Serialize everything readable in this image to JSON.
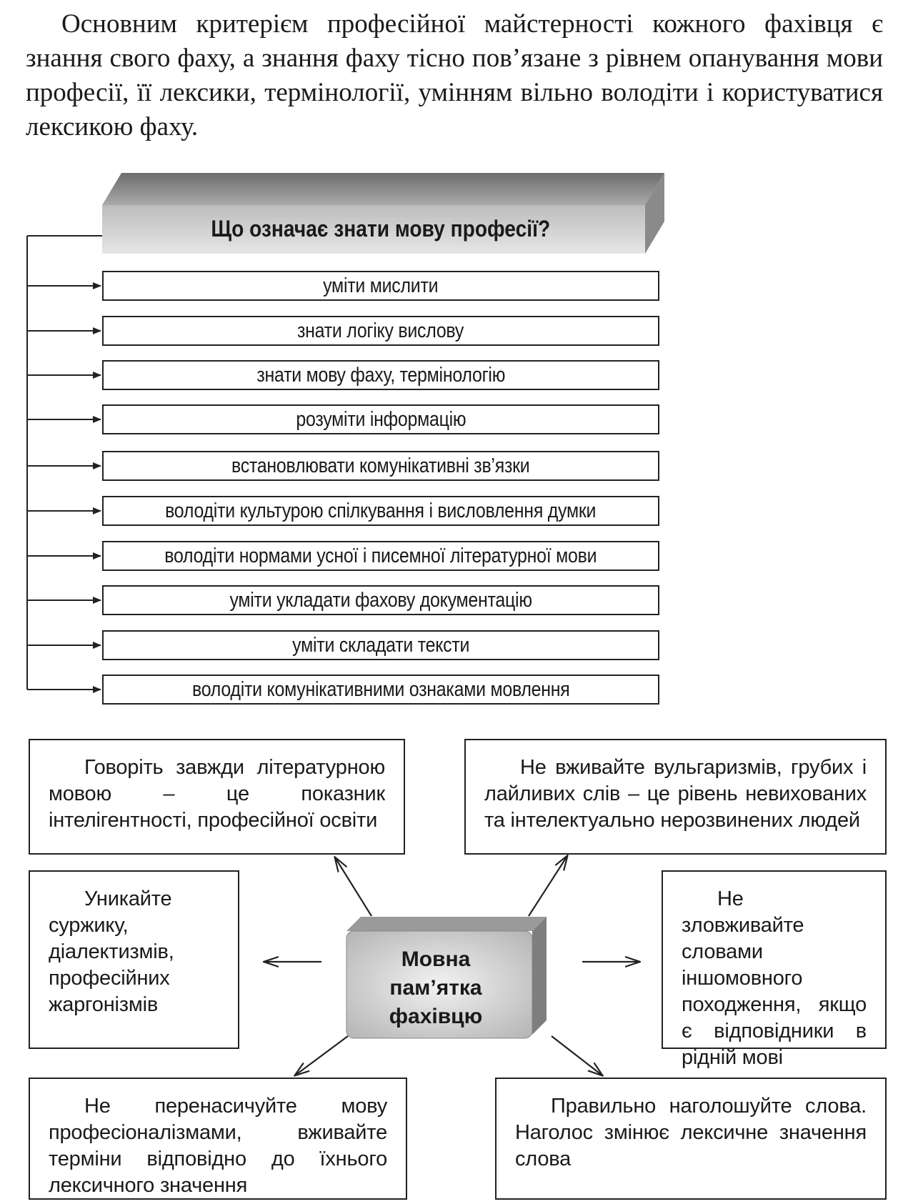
{
  "intro_text": "Основним критерієм професійної майстерності кожного фахівця є знання свого фаху, а знання фаху тісно пов’язане з рівнем опанування мови професії, її лексики, термінології, умінням вільно володіти і користуватися лексикою фаху.",
  "diagram1": {
    "header": "Що означає знати мову професії?",
    "items": [
      "уміти мислити",
      "знати логіку вислову",
      "знати мову фаху, термінологію",
      "розуміти інформацію",
      "встановлювати комунікативні зв’язки",
      "володіти культурою спілкування і висловлення думки",
      "володіти нормами усної і писемної літературної мови",
      "уміти укладати фахову документацію",
      "уміти складати тексти",
      "володіти комунікативними ознаками мовлення"
    ]
  },
  "diagram2": {
    "center": "Мовна\nпам’ятка\nфахівцю",
    "tips": {
      "top_left": "Говоріть завжди літературною мовою – це показник інтелігентності, професійної освіти",
      "top_right": "Не вживайте вульгаризмів, грубих і лайливих слів – це рівень невихованих та інтелектуально нерозвинених людей",
      "mid_left": "Уникайте суржику, діалектизмів, професійних жаргонізмів",
      "mid_right": "Не зловживайте словами іншомовного походження, якщо є відповідники в рідній мові",
      "bottom_left": "Не перенасичуйте мову професіоналізмами, вживайте терміни відповідно до їхнього лексичного значення",
      "bottom_right": "Правильно наголошуйте слова. Наголос змінює лексичне значення слова"
    }
  }
}
